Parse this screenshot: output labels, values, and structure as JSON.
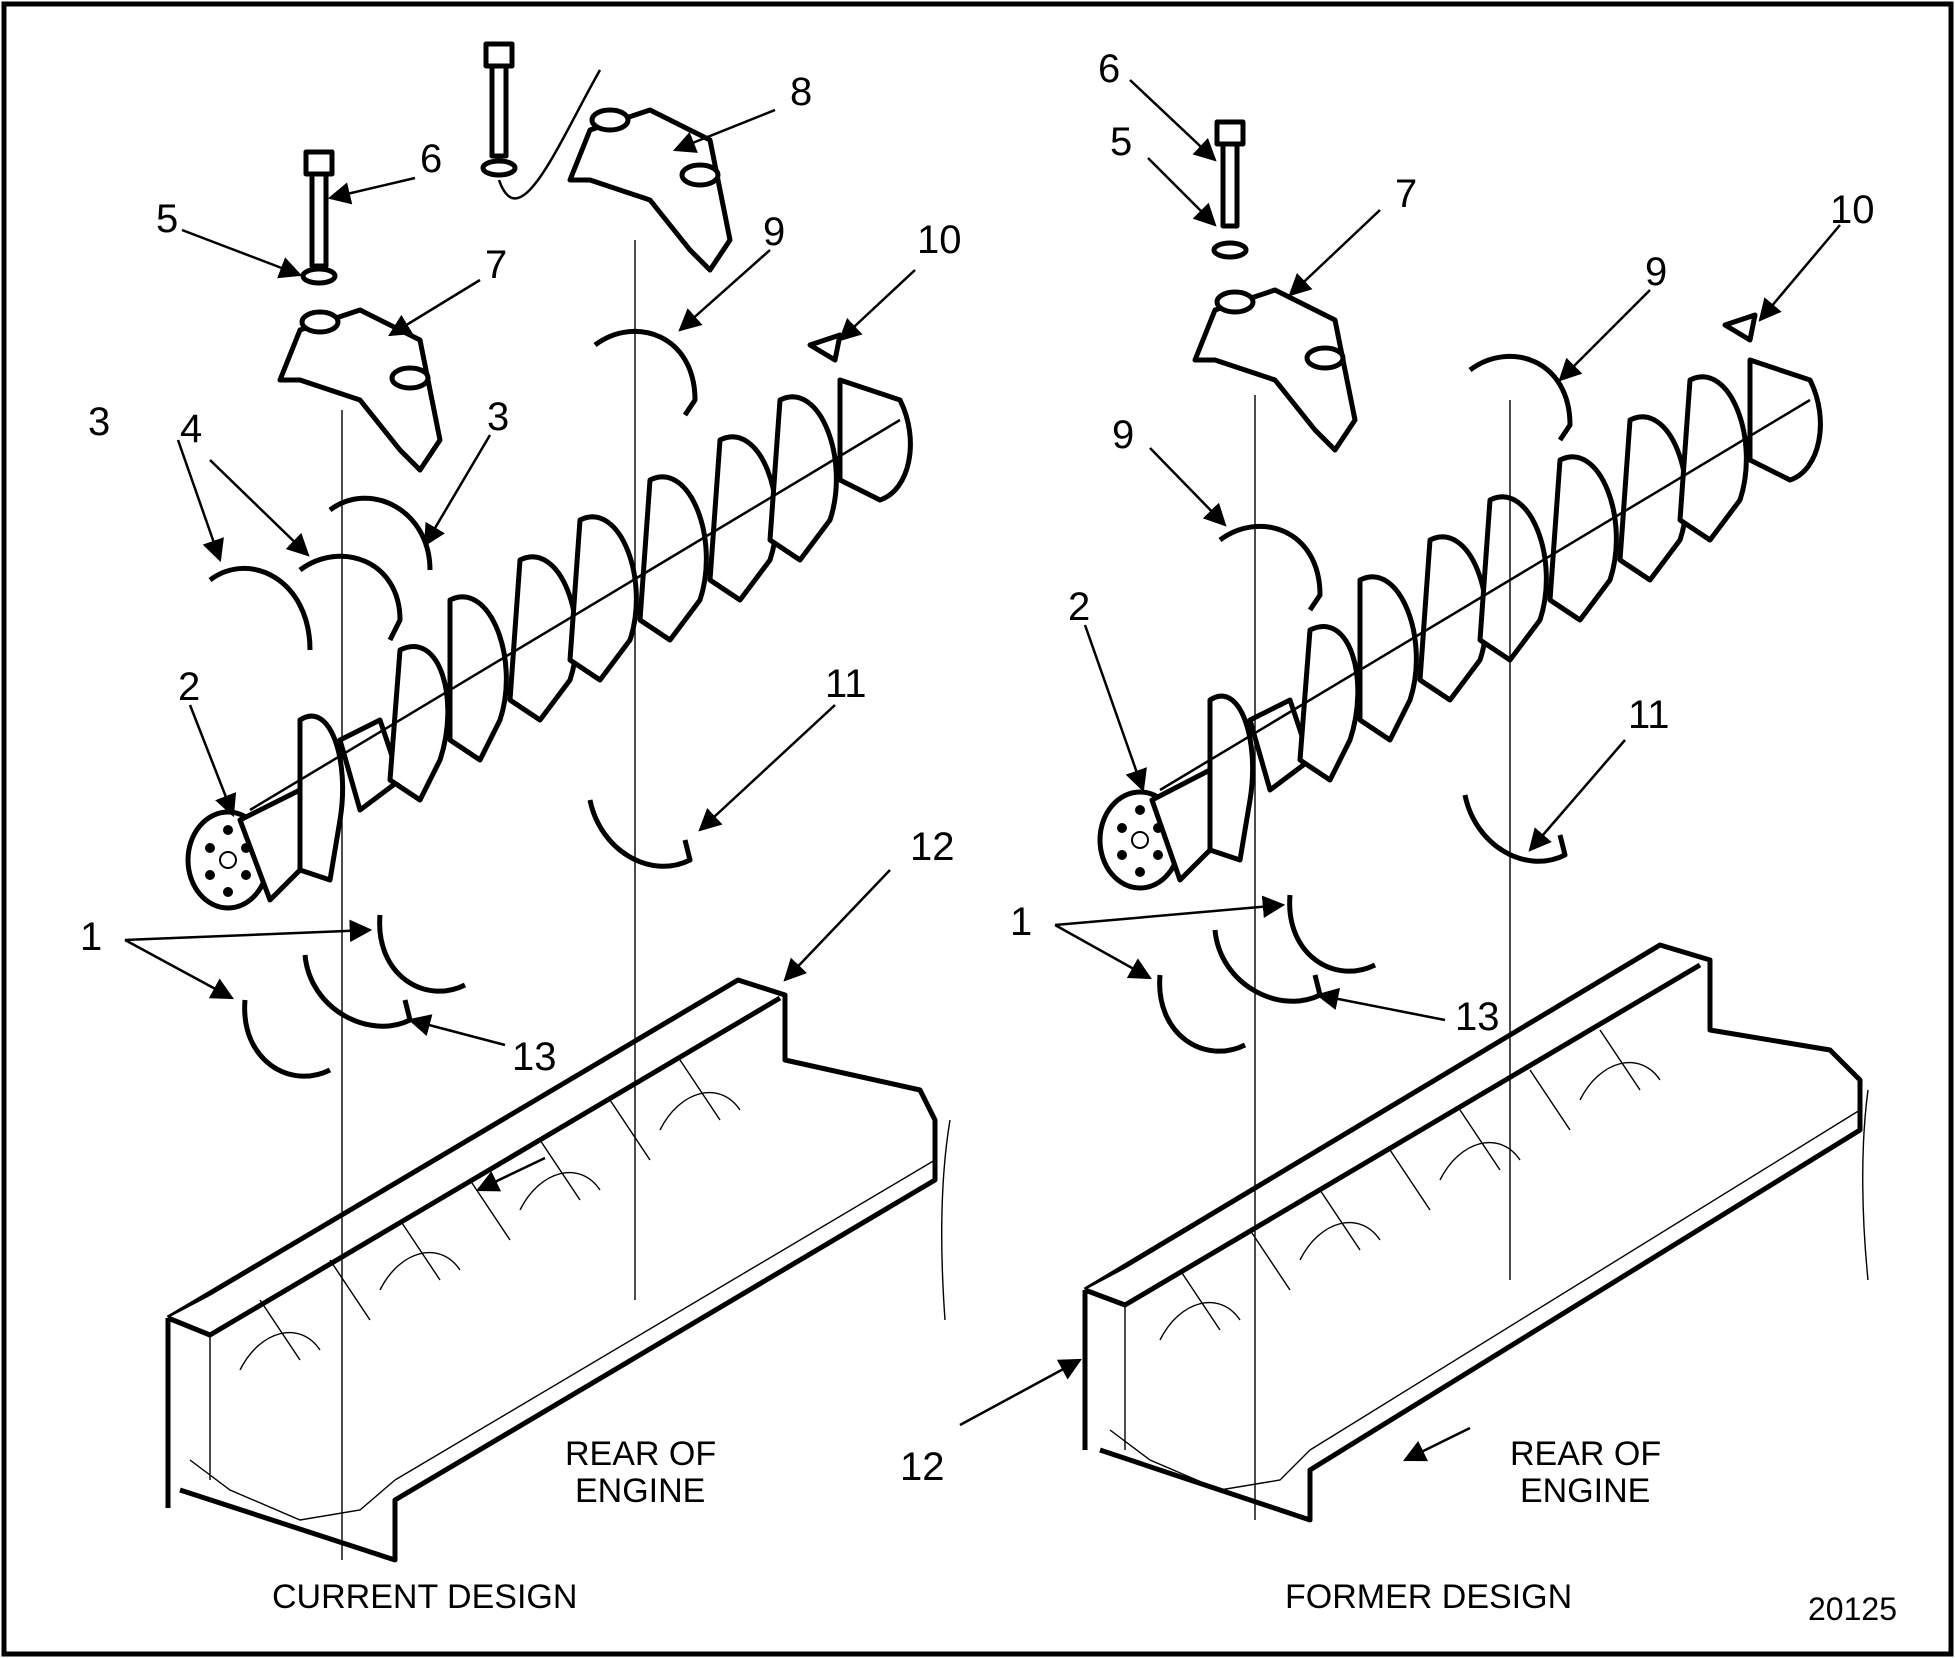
{
  "figure_id": "20125",
  "current_design": {
    "caption": "CURRENT DESIGN",
    "rear_of_engine": [
      "REAR OF",
      "ENGINE"
    ],
    "callouts": [
      "1",
      "2",
      "3",
      "3",
      "4",
      "5",
      "6",
      "7",
      "8",
      "9",
      "10",
      "11",
      "12",
      "13"
    ]
  },
  "former_design": {
    "caption": "FORMER DESIGN",
    "rear_of_engine": [
      "REAR OF",
      "ENGINE"
    ],
    "callouts": [
      "1",
      "2",
      "5",
      "6",
      "7",
      "9",
      "9",
      "10",
      "11",
      "12",
      "13"
    ]
  }
}
